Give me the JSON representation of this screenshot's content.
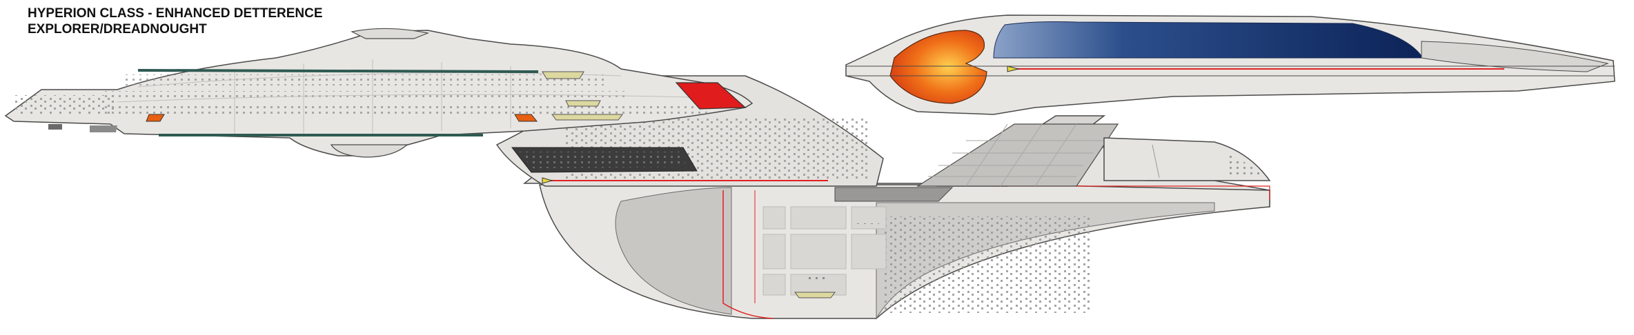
{
  "title": {
    "line1": "HYPERION CLASS - ENHANCED DETTERENCE",
    "line2": "EXPLORER/DREADNOUGHT"
  },
  "colors": {
    "hull_light": "#e8e6e2",
    "hull_mid": "#cfcdca",
    "hull_dark": "#5a5a5a",
    "nacelle_blue": "#12306a",
    "bussard_orange": "#f06a10",
    "accent_red": "#e02020",
    "window_dots": "#8c8c8c",
    "outline": "#4a4a4a",
    "teal_stripe": "#2f5a52"
  },
  "illustration": "starship side profile"
}
